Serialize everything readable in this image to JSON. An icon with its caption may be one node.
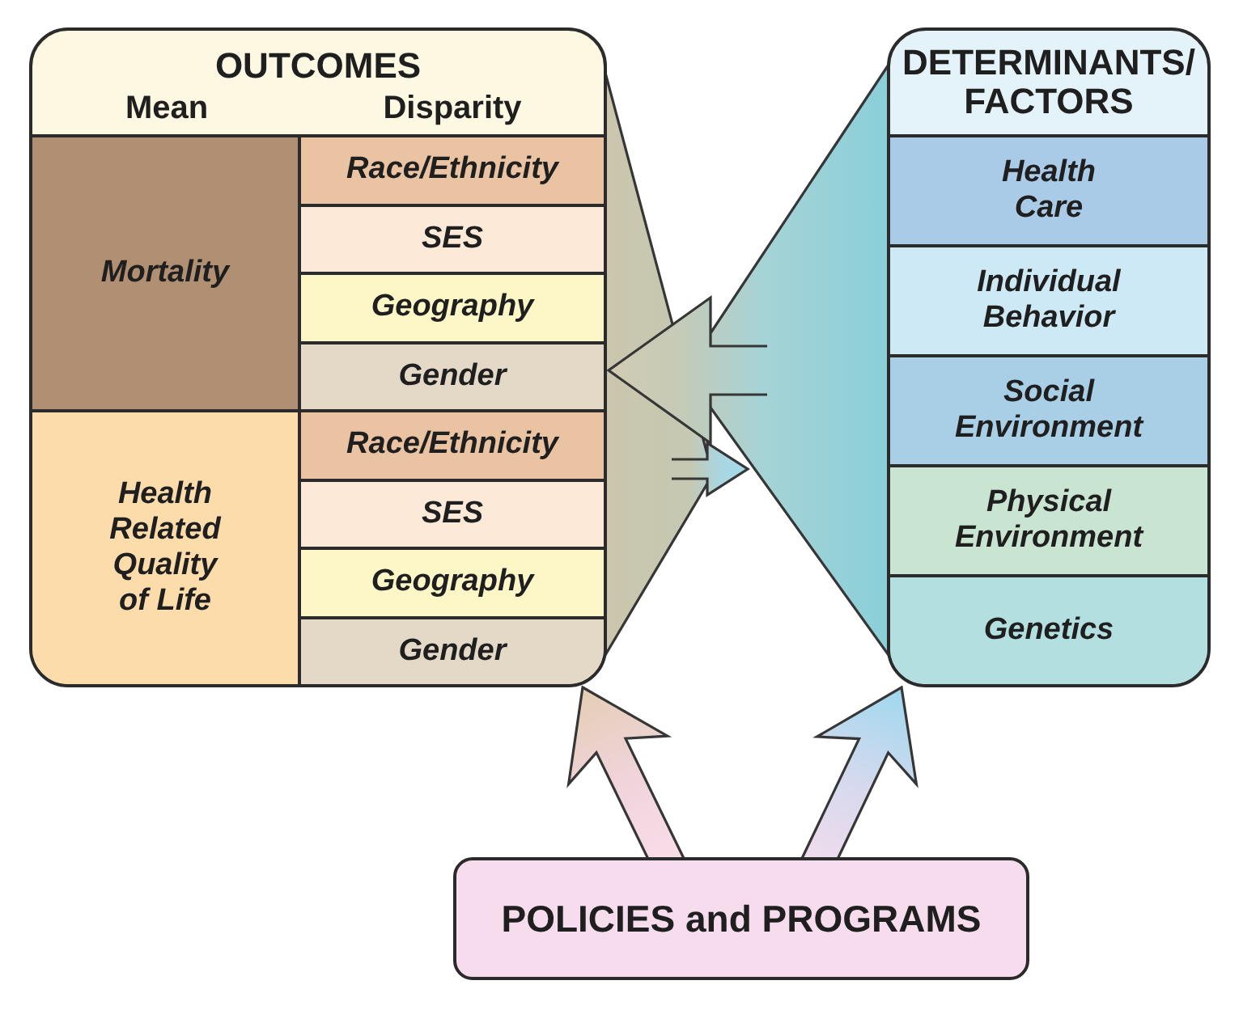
{
  "diagram": {
    "nodes": [
      {
        "text": [
          "OUTCOMES",
          "Mean",
          "Disparity"
        ]
      },
      {
        "text": [
          "Mortality"
        ],
        "in": 0
      },
      {
        "text": [
          "Race/Ethnicity"
        ],
        "in": 0
      },
      {
        "text": [
          "SES"
        ],
        "in": 0
      },
      {
        "text": [
          "Geography"
        ],
        "in": 0
      },
      {
        "text": [
          "Gender"
        ],
        "in": 0
      },
      {
        "text": [
          "Health Related Quality of Life"
        ],
        "in": 0
      },
      {
        "text": [
          "Race/Ethnicity"
        ],
        "in": 0
      },
      {
        "text": [
          "SES"
        ],
        "in": 0
      },
      {
        "text": [
          "Geography"
        ],
        "in": 0
      },
      {
        "text": [
          "Gender"
        ],
        "in": 0
      },
      {
        "text": [
          "DETERMINANTS/ FACTORS"
        ]
      },
      {
        "text": [
          "Health Care"
        ],
        "in": 11
      },
      {
        "text": [
          "Individual Behavior"
        ],
        "in": 11
      },
      {
        "text": [
          "Social Environment"
        ],
        "in": 11
      },
      {
        "text": [
          "Physical Environment"
        ],
        "in": 11
      },
      {
        "text": [
          "Genetics"
        ],
        "in": 11
      },
      {
        "text": [
          "POLICIES and PROGRAMS"
        ]
      }
    ],
    "edges": [
      {
        "from": 11,
        "to": 0,
        "arrow": "to"
      },
      {
        "from": 0,
        "to": 11,
        "arrow": "to"
      },
      {
        "from": 17,
        "to": 0,
        "arrow": "to"
      },
      {
        "from": 17,
        "to": 11,
        "arrow": "to"
      }
    ]
  }
}
